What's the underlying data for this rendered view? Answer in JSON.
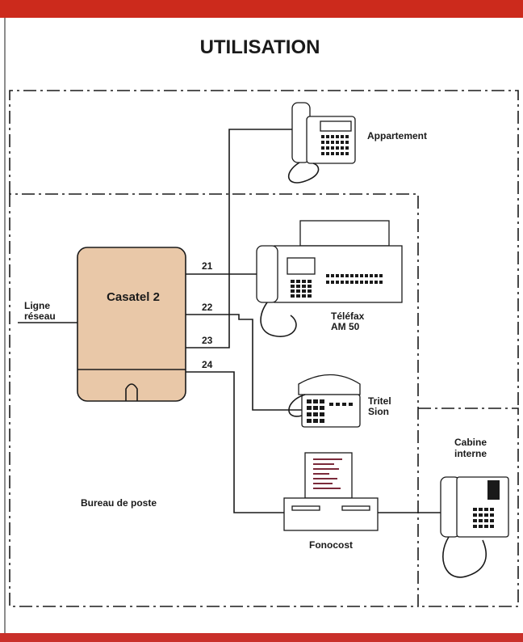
{
  "title": "UTILISATION",
  "colors": {
    "top_bar": "#cc2a1c",
    "bottom_bar": "#c9302a",
    "casatel_fill": "#e9c8a8"
  },
  "labels": {
    "appartement": "Appartement",
    "casatel": "Casatel 2",
    "ligne_1": "Ligne",
    "ligne_2": "réseau",
    "telefax_1": "Téléfax",
    "telefax_2": "AM 50",
    "tritel_1": "Tritel",
    "tritel_2": "Sion",
    "cabine_1": "Cabine",
    "cabine_2": "interne",
    "bureau": "Bureau de poste",
    "fonocost": "Fonocost"
  },
  "ports": [
    "21",
    "22",
    "23",
    "24"
  ]
}
